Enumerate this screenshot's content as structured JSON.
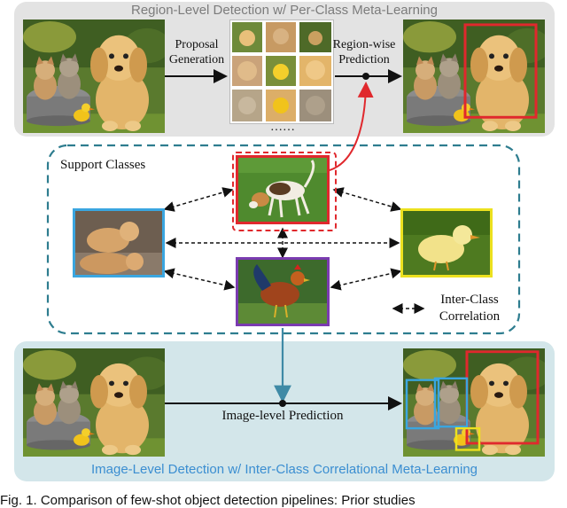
{
  "top_panel": {
    "title": "Region-Level Detection w/ Per-Class Meta-Learning",
    "proposal_label_1": "Proposal",
    "proposal_label_2": "Generation",
    "prediction_label_1": "Region-wise",
    "prediction_label_2": "Prediction",
    "ellipsis": "……"
  },
  "support": {
    "title": "Support Classes",
    "legend_1": "Inter-Class",
    "legend_2": "Correlation",
    "classes": [
      "dog",
      "cat",
      "duck",
      "rooster"
    ]
  },
  "bottom_panel": {
    "title": "Image-Level Detection w/ Inter-Class Correlational Meta-Learning",
    "prediction_label": "Image-level Prediction"
  },
  "caption": "Fig. 1.  Comparison of few-shot object detection pipelines: Prior studies",
  "colors": {
    "dog": "#e0282d",
    "cat": "#3aa6e0",
    "duck": "#ece11f",
    "rooster": "#7a3bb0",
    "support_border": "#2e7d8f",
    "arrow_red": "#e0282d",
    "arrow_blue": "#3f8aa6",
    "top_panel_bg": "#e3e3e3",
    "bottom_panel_bg": "#d3e6ea"
  }
}
